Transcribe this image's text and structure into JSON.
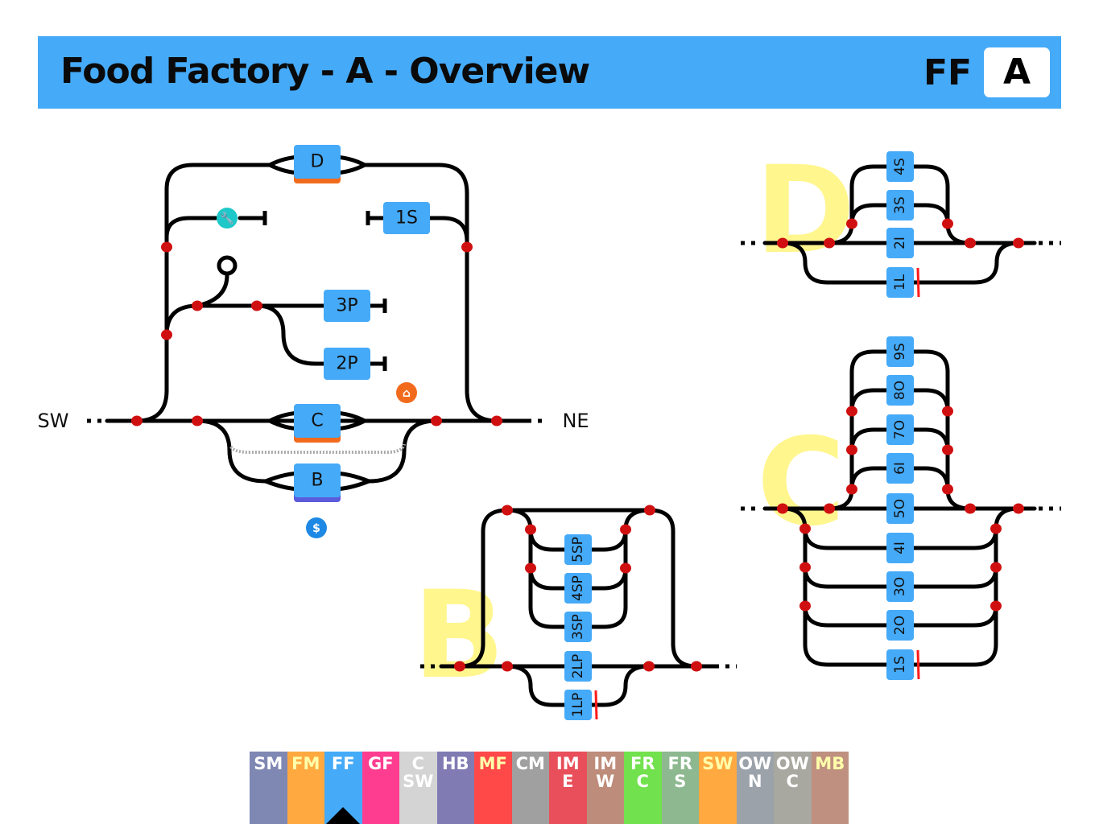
{
  "header": {
    "title": "Food Factory - A - Overview",
    "station_code": "FF",
    "variant_badge": "A",
    "background_color": "#45aaf8"
  },
  "overview": {
    "direction_left": "SW",
    "direction_right": "NE",
    "platforms": [
      {
        "id": "D",
        "label": "D",
        "stripe_color": "#f26b1d"
      },
      {
        "id": "C",
        "label": "C",
        "stripe_color": "#f26b1d"
      },
      {
        "id": "B",
        "label": "B",
        "stripe_color": "#5b5bdc"
      }
    ],
    "sidings": [
      {
        "id": "1S",
        "label": "1S"
      },
      {
        "id": "3P",
        "label": "3P"
      },
      {
        "id": "2P",
        "label": "2P"
      }
    ],
    "icons": [
      {
        "name": "wrench-icon",
        "color": "#1ec8c8"
      },
      {
        "name": "home-icon",
        "color": "#f26b1d"
      },
      {
        "name": "dollar-icon",
        "color": "#1e88e5"
      }
    ]
  },
  "yards": {
    "D": {
      "label": "D",
      "tracks": [
        "4S",
        "3S",
        "2I",
        "1L"
      ],
      "blocked": [
        "1L"
      ]
    },
    "C": {
      "label": "C",
      "tracks": [
        "9S",
        "8O",
        "7O",
        "6I",
        "5O",
        "4I",
        "3O",
        "2O",
        "1S"
      ],
      "blocked": [
        "1S"
      ]
    },
    "B": {
      "label": "B",
      "tracks": [
        "5SP",
        "4SP",
        "3SP",
        "2LP",
        "1LP"
      ],
      "blocked": [
        "1LP"
      ]
    }
  },
  "colors": {
    "track": "#000000",
    "node": "#d01010",
    "label_box": "#45aaf8",
    "yard_letter": "#fff47a",
    "blocked_marker": "#ff1a1a"
  },
  "nav": {
    "selected": "FF",
    "items": [
      {
        "id": "SM",
        "lines": [
          "SM"
        ],
        "color": "#7f87b3",
        "text_color": "#ffffff"
      },
      {
        "id": "FM",
        "lines": [
          "FM"
        ],
        "color": "#ffa940",
        "text_color": "#ffffaa"
      },
      {
        "id": "FF",
        "lines": [
          "FF"
        ],
        "color": "#45aaf8",
        "text_color": "#ffffff"
      },
      {
        "id": "GF",
        "lines": [
          "GF"
        ],
        "color": "#ff3d90",
        "text_color": "#ffffff"
      },
      {
        "id": "CSW",
        "lines": [
          "C",
          "SW"
        ],
        "color": "#d4d4d4",
        "text_color": "#ffffff"
      },
      {
        "id": "HB",
        "lines": [
          "HB"
        ],
        "color": "#817bb3",
        "text_color": "#ffffff"
      },
      {
        "id": "MF",
        "lines": [
          "MF"
        ],
        "color": "#ff4848",
        "text_color": "#ffffaa"
      },
      {
        "id": "CM",
        "lines": [
          "CM"
        ],
        "color": "#a0a0a0",
        "text_color": "#ffffff"
      },
      {
        "id": "IME",
        "lines": [
          "IM",
          "E"
        ],
        "color": "#e84f5a",
        "text_color": "#ffffff"
      },
      {
        "id": "IMW",
        "lines": [
          "IM",
          "W"
        ],
        "color": "#be8c7a",
        "text_color": "#ffffff"
      },
      {
        "id": "FRC",
        "lines": [
          "FR",
          "C"
        ],
        "color": "#72e14e",
        "text_color": "#ffffff"
      },
      {
        "id": "FRS",
        "lines": [
          "FR",
          "S"
        ],
        "color": "#8db890",
        "text_color": "#ffffff"
      },
      {
        "id": "SW",
        "lines": [
          "SW"
        ],
        "color": "#ffa940",
        "text_color": "#ffffaa"
      },
      {
        "id": "OWN",
        "lines": [
          "OW",
          "N"
        ],
        "color": "#9ba2aa",
        "text_color": "#ffffff"
      },
      {
        "id": "OWC",
        "lines": [
          "OW",
          "C"
        ],
        "color": "#a8a8a0",
        "text_color": "#ffffff"
      },
      {
        "id": "MB",
        "lines": [
          "MB"
        ],
        "color": "#bf9080",
        "text_color": "#ffffaa"
      }
    ]
  }
}
